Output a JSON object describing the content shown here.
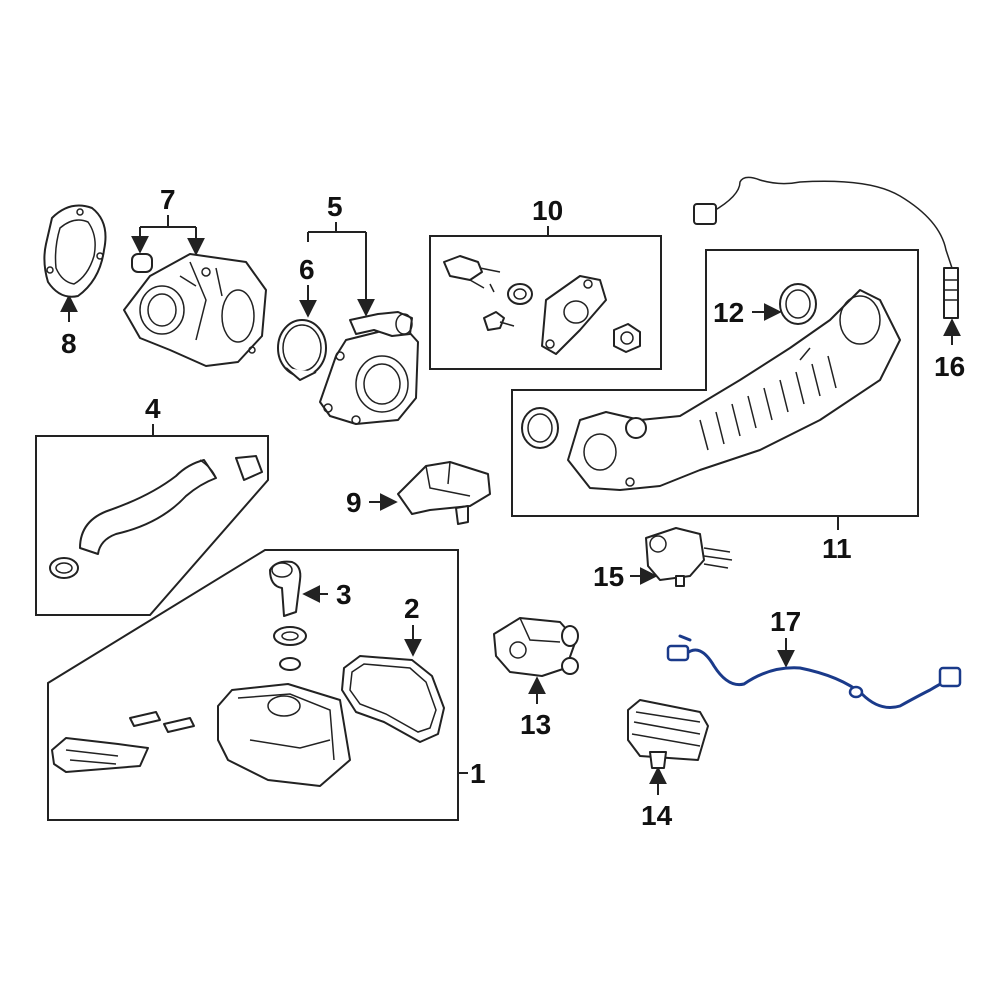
{
  "diagram": {
    "callouts": [
      {
        "id": "c1",
        "text": "1"
      },
      {
        "id": "c2",
        "text": "2"
      },
      {
        "id": "c3",
        "text": "3"
      },
      {
        "id": "c4",
        "text": "4"
      },
      {
        "id": "c5",
        "text": "5"
      },
      {
        "id": "c6",
        "text": "6"
      },
      {
        "id": "c7",
        "text": "7"
      },
      {
        "id": "c8",
        "text": "8"
      },
      {
        "id": "c9",
        "text": "9"
      },
      {
        "id": "c10",
        "text": "10"
      },
      {
        "id": "c11",
        "text": "11"
      },
      {
        "id": "c12",
        "text": "12"
      },
      {
        "id": "c13",
        "text": "13"
      },
      {
        "id": "c14",
        "text": "14"
      },
      {
        "id": "c15",
        "text": "15"
      },
      {
        "id": "c16",
        "text": "16"
      },
      {
        "id": "c17",
        "text": "17"
      }
    ],
    "colors": {
      "line": "#222222",
      "highlight": "#1a3a8a",
      "background": "#ffffff"
    }
  }
}
